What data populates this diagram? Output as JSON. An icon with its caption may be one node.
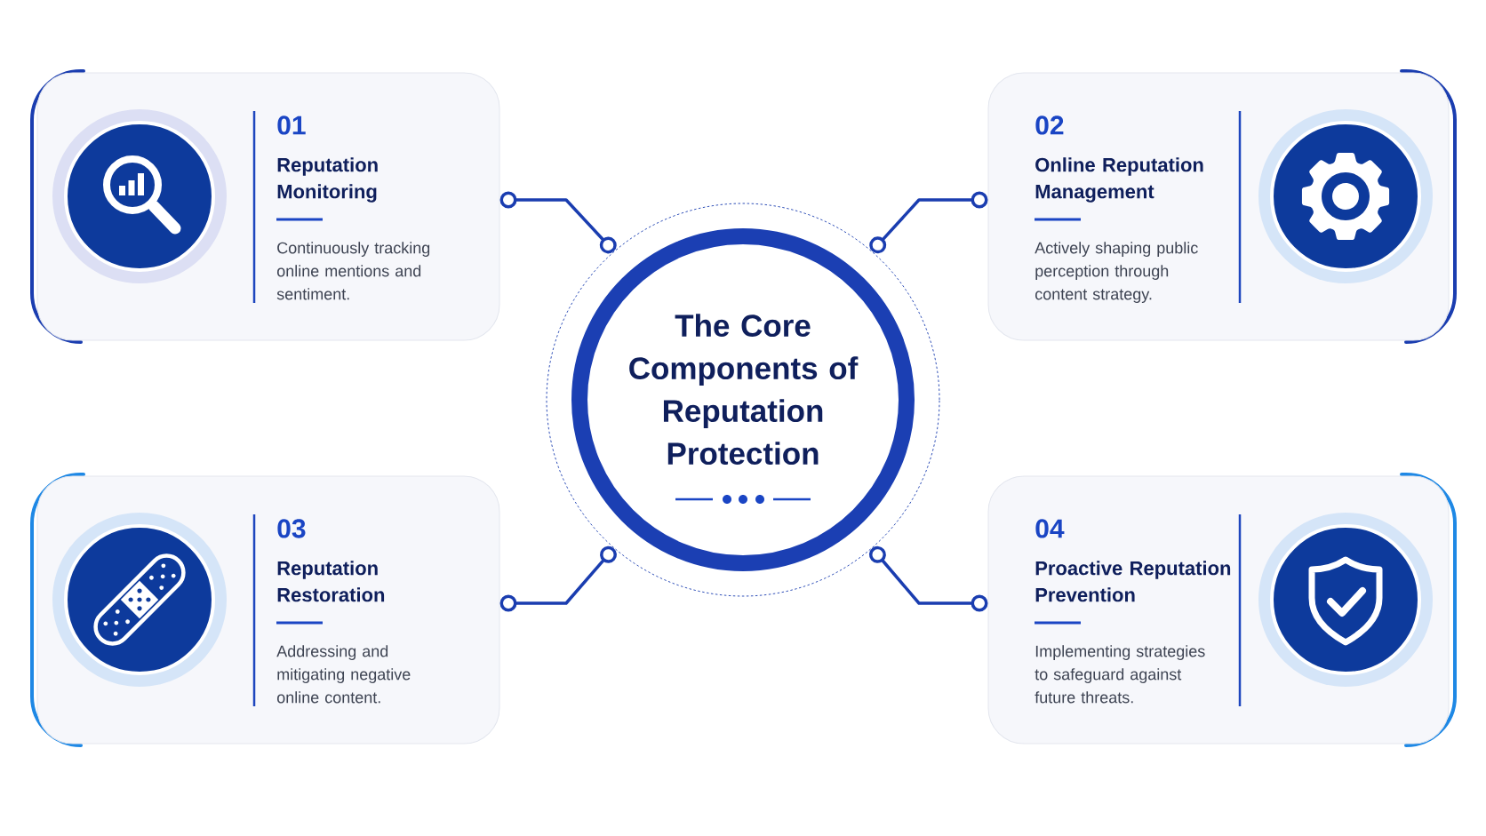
{
  "diagram": {
    "nodes": [
      {
        "text": [
          "The Core Components of Reputation Protection"
        ]
      },
      {
        "text": [
          "01",
          "Reputation Monitoring",
          "Continuously tracking online mentions and sentiment."
        ]
      },
      {
        "text": [
          "02",
          "Online Reputation Management",
          "Actively shaping public perception through content strategy."
        ]
      },
      {
        "text": [
          "03",
          "Reputation Restoration",
          "Addressing and mitigating negative online content."
        ]
      },
      {
        "text": [
          "04",
          "Proactive Reputation Prevention",
          "Implementing strategies to safeguard against future threats."
        ]
      }
    ],
    "edges": [
      {
        "from": 1,
        "to": 0,
        "arrow": "other"
      },
      {
        "from": 2,
        "to": 0,
        "arrow": "other"
      },
      {
        "from": 3,
        "to": 0,
        "arrow": "other"
      },
      {
        "from": 4,
        "to": 0,
        "arrow": "other"
      }
    ]
  }
}
